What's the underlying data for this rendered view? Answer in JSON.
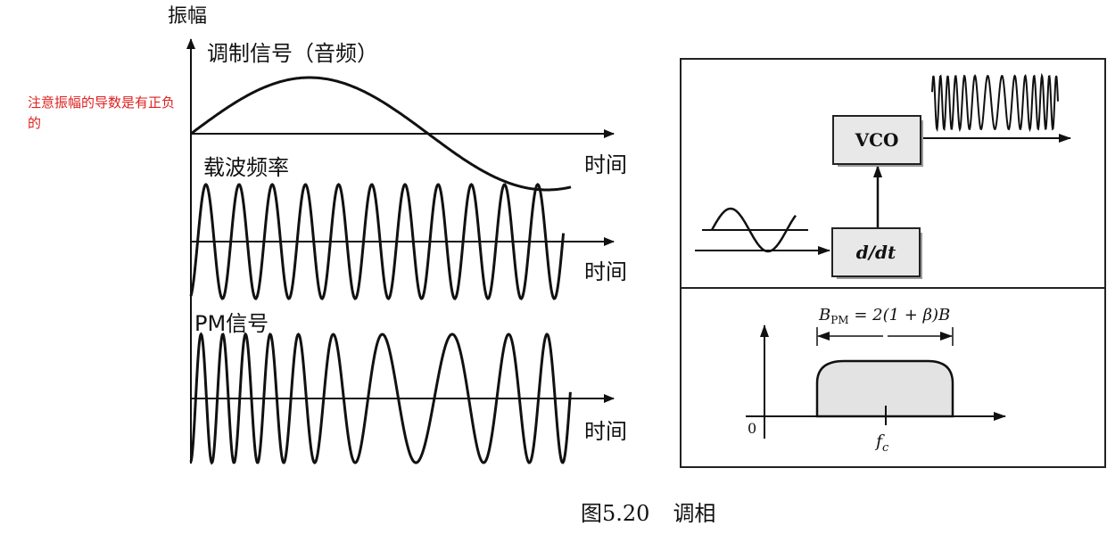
{
  "left_figure": {
    "y_axis_label": "振幅",
    "modulating_signal_label": "调制信号（音频）",
    "carrier_label": "载波频率",
    "pm_signal_label": "PM信号",
    "time_labels": [
      "时间",
      "时间",
      "时间"
    ]
  },
  "annotation": {
    "text": "注意振幅的导数是有正负的",
    "color": "#e02020"
  },
  "block_diagram": {
    "vco_label": "VCO",
    "derivative_label": "d/dt"
  },
  "spectrum": {
    "bandwidth_main": "B",
    "bandwidth_sub": "PM",
    "bandwidth_formula": " = 2(1 + β)B",
    "origin_label": "0",
    "center_main": "f",
    "center_sub": "c"
  },
  "caption": {
    "figure_number": "图5.20",
    "title": "调相"
  }
}
